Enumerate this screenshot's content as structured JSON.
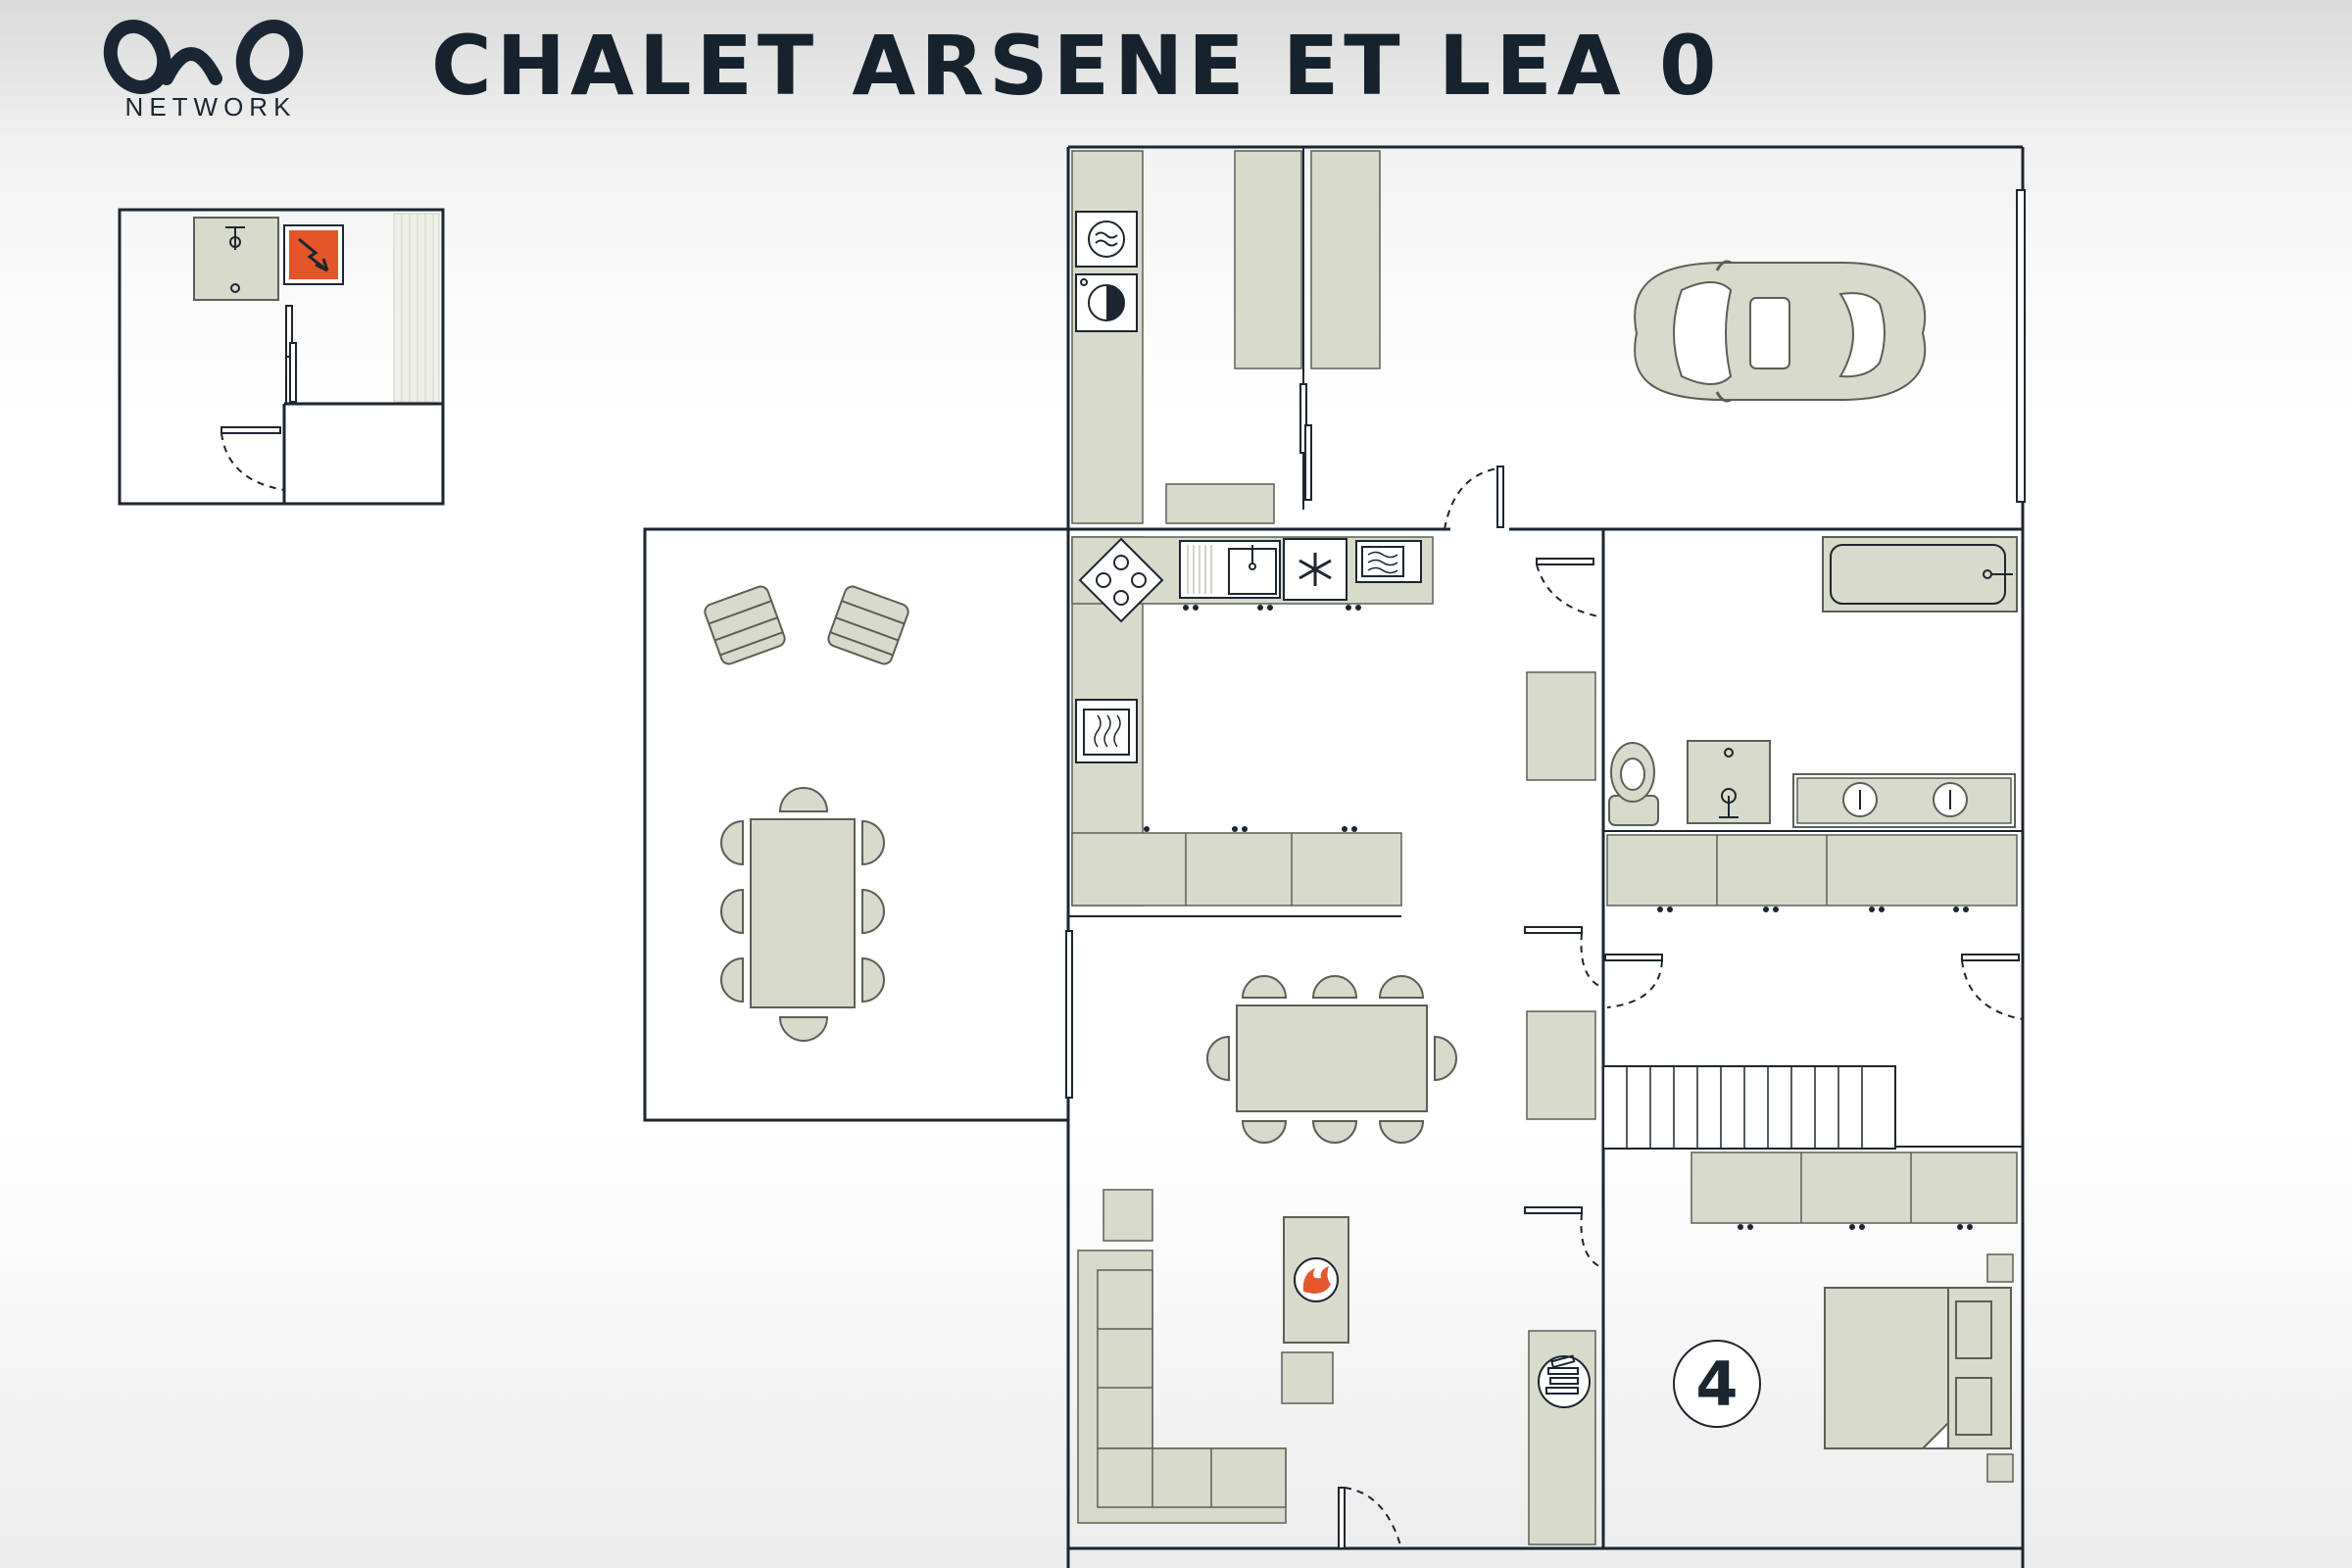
{
  "header": {
    "title": "CHALET ARSENE ET LEA 0",
    "logo_text": "NETWORK"
  },
  "floorplan": {
    "bedroom_number": "4"
  },
  "colors": {
    "wall": "#1c2630",
    "furniture_fill": "#d8dacb",
    "furniture_stroke": "#5a6058",
    "terrace_fill": "#f7f7f7",
    "accent_fire": "#e4572e",
    "electric_panel": "#e4552a"
  },
  "icons": [
    "washing-machine-icon",
    "dryer-icon",
    "stove-icon",
    "sink-icon",
    "freezer-icon",
    "microwave-icon",
    "oven-icon",
    "car-icon",
    "bathtub-icon",
    "toilet-icon",
    "shower-icon",
    "double-sink-icon",
    "fireplace-icon",
    "bookshelf-icon",
    "bed-icon",
    "staircase-icon",
    "electric-panel-icon",
    "lounge-chair-icon"
  ]
}
